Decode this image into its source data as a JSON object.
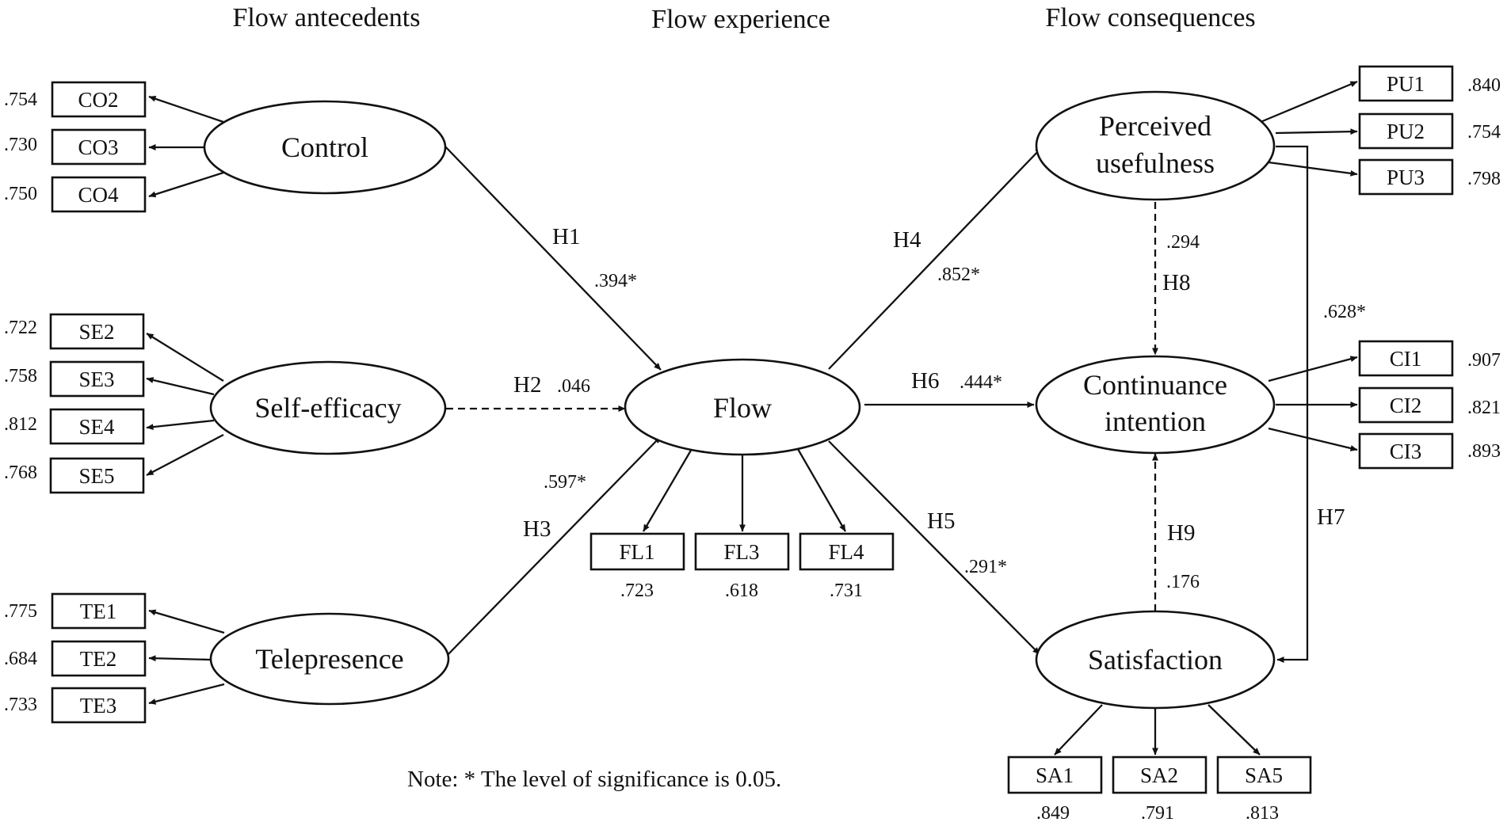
{
  "headers": {
    "antecedents": "Flow antecedents",
    "experience": "Flow experience",
    "consequences": "Flow consequences"
  },
  "constructs": {
    "control": "Control",
    "self_efficacy": "Self-efficacy",
    "telepresence": "Telepresence",
    "flow": "Flow",
    "perceived_usefulness": [
      "Perceived",
      "usefulness"
    ],
    "continuance_intention": [
      "Continuance",
      "intention"
    ],
    "satisfaction": "Satisfaction"
  },
  "indicators": {
    "control": [
      {
        "label": "CO2",
        "loading": ".754"
      },
      {
        "label": "CO3",
        "loading": ".730"
      },
      {
        "label": "CO4",
        "loading": ".750"
      }
    ],
    "self_efficacy": [
      {
        "label": "SE2",
        "loading": ".722"
      },
      {
        "label": "SE3",
        "loading": ".758"
      },
      {
        "label": "SE4",
        "loading": ".812"
      },
      {
        "label": "SE5",
        "loading": ".768"
      }
    ],
    "telepresence": [
      {
        "label": "TE1",
        "loading": ".775"
      },
      {
        "label": "TE2",
        "loading": ".684"
      },
      {
        "label": "TE3",
        "loading": ".733"
      }
    ],
    "flow": [
      {
        "label": "FL1",
        "loading": ".723"
      },
      {
        "label": "FL3",
        "loading": ".618"
      },
      {
        "label": "FL4",
        "loading": ".731"
      }
    ],
    "perceived_usefulness": [
      {
        "label": "PU1",
        "loading": ".840"
      },
      {
        "label": "PU2",
        "loading": ".754"
      },
      {
        "label": "PU3",
        "loading": ".798"
      }
    ],
    "continuance_intention": [
      {
        "label": "CI1",
        "loading": ".907"
      },
      {
        "label": "CI2",
        "loading": ".821"
      },
      {
        "label": "CI3",
        "loading": ".893"
      }
    ],
    "satisfaction": [
      {
        "label": "SA1",
        "loading": ".849"
      },
      {
        "label": "SA2",
        "loading": ".791"
      },
      {
        "label": "SA5",
        "loading": ".813"
      }
    ]
  },
  "hypotheses": {
    "h1": {
      "label": "H1",
      "coef": ".394*",
      "significant": true
    },
    "h2": {
      "label": "H2",
      "coef": ".046",
      "significant": false
    },
    "h3": {
      "label": "H3",
      "coef": ".597*",
      "significant": true
    },
    "h4": {
      "label": "H4",
      "coef": ".852*",
      "significant": true
    },
    "h5": {
      "label": "H5",
      "coef": ".291*",
      "significant": true
    },
    "h6": {
      "label": "H6",
      "coef": ".444*",
      "significant": true
    },
    "h7": {
      "label": "H7",
      "coef": ".628*",
      "significant": true
    },
    "h8": {
      "label": "H8",
      "coef": ".294",
      "significant": false
    },
    "h9": {
      "label": "H9",
      "coef": ".176",
      "significant": false
    }
  },
  "note": "Note: * The level of significance is 0.05."
}
